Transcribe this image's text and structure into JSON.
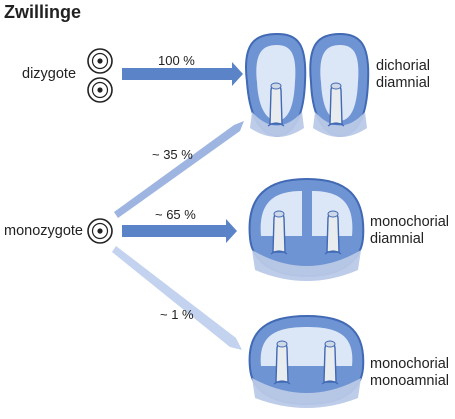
{
  "title": "Zwillinge",
  "sources": {
    "dizygote": "dizygote",
    "monozygote": "monozygote"
  },
  "paths": [
    {
      "from": "dizygote",
      "to": "dichorial-diamnial",
      "percent": "100 %"
    },
    {
      "from": "monozygote",
      "to": "dichorial-diamnial",
      "percent": "~ 35 %"
    },
    {
      "from": "monozygote",
      "to": "monochorial-diamnial",
      "percent": "~ 65 %"
    },
    {
      "from": "monozygote",
      "to": "monochorial-monoamnial",
      "percent": "~ 1 %"
    }
  ],
  "outcomes": {
    "dichorial_diamnial": {
      "line1": "dichorial",
      "line2": "diamnial"
    },
    "monochorial_diamnial": {
      "line1": "monochorial",
      "line2": "diamnial"
    },
    "monochorial_monoamnial": {
      "line1": "monochorial",
      "line2": "monoamnial"
    }
  },
  "colors": {
    "arrow_strong": "#5b83c8",
    "arrow_medium": "#88a6da",
    "arrow_light": "#b7c8ea",
    "membrane_dark": "#4169b4",
    "membrane_fill": "#6f94d3",
    "cavity_fill": "#dbe6f7",
    "placenta_fill": "#b9c9e7"
  }
}
